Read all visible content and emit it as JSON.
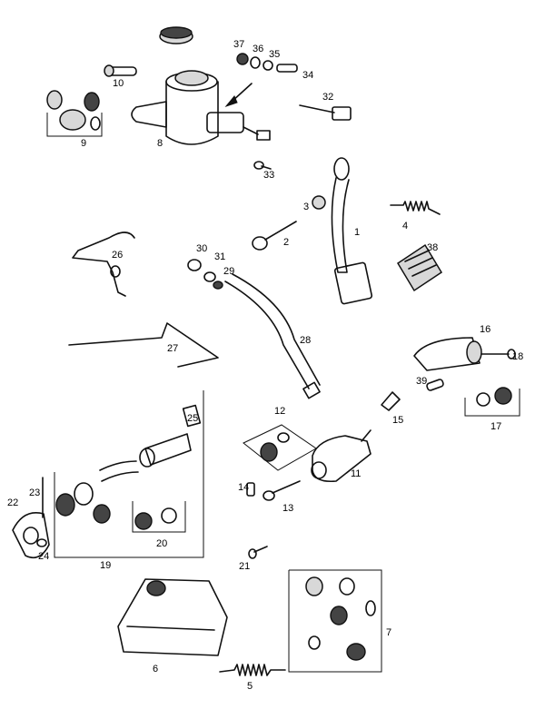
{
  "parts": [
    {
      "id": "p1",
      "label": "1"
    },
    {
      "id": "p2",
      "label": "2"
    },
    {
      "id": "p3",
      "label": "3"
    },
    {
      "id": "p4",
      "label": "4"
    },
    {
      "id": "p5",
      "label": "5"
    },
    {
      "id": "p6",
      "label": "6"
    },
    {
      "id": "p7",
      "label": "7"
    },
    {
      "id": "p8",
      "label": "8"
    },
    {
      "id": "p9",
      "label": "9"
    },
    {
      "id": "p10",
      "label": "10"
    },
    {
      "id": "p11",
      "label": "11"
    },
    {
      "id": "p12",
      "label": "12"
    },
    {
      "id": "p13",
      "label": "13"
    },
    {
      "id": "p14",
      "label": "14"
    },
    {
      "id": "p15",
      "label": "15"
    },
    {
      "id": "p16",
      "label": "16"
    },
    {
      "id": "p17",
      "label": "17"
    },
    {
      "id": "p18",
      "label": "18"
    },
    {
      "id": "p19",
      "label": "19"
    },
    {
      "id": "p20",
      "label": "20"
    },
    {
      "id": "p21",
      "label": "21"
    },
    {
      "id": "p22",
      "label": "22"
    },
    {
      "id": "p23",
      "label": "23"
    },
    {
      "id": "p24",
      "label": "24"
    },
    {
      "id": "p25",
      "label": "25"
    },
    {
      "id": "p26",
      "label": "26"
    },
    {
      "id": "p27",
      "label": "27"
    },
    {
      "id": "p28",
      "label": "28"
    },
    {
      "id": "p29",
      "label": "29"
    },
    {
      "id": "p30",
      "label": "30"
    },
    {
      "id": "p31",
      "label": "31"
    },
    {
      "id": "p32",
      "label": "32"
    },
    {
      "id": "p33",
      "label": "33"
    },
    {
      "id": "p34",
      "label": "34"
    },
    {
      "id": "p35",
      "label": "35"
    },
    {
      "id": "p36",
      "label": "36"
    },
    {
      "id": "p37",
      "label": "37"
    },
    {
      "id": "p38",
      "label": "38"
    },
    {
      "id": "p39",
      "label": "39"
    }
  ]
}
